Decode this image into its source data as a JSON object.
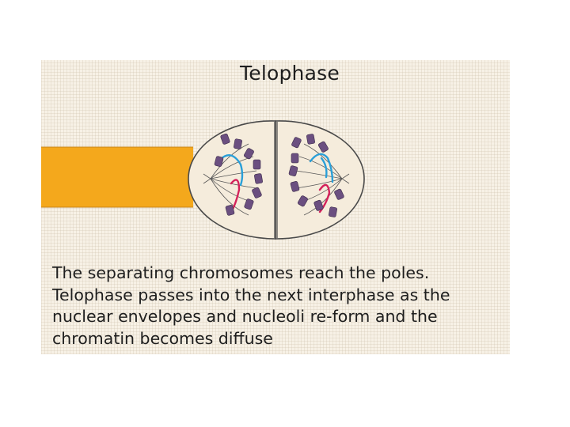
{
  "title": "Telophase",
  "caption": {
    "lines": [
      "The separating chromosomes reach the poles.",
      "Telophase passes into the next interphase as the",
      "nuclear envelopes and nucleoli re-form and the",
      "chromatin becomes diffuse"
    ]
  },
  "colors": {
    "background": "#f7f1e6",
    "timeline_bar": "#f4a81c",
    "cell_fill": "#f5ecdc",
    "chromosome": "#6b4f80",
    "spindle_blue": "#2a9fd8",
    "spindle_red": "#d4215a"
  }
}
